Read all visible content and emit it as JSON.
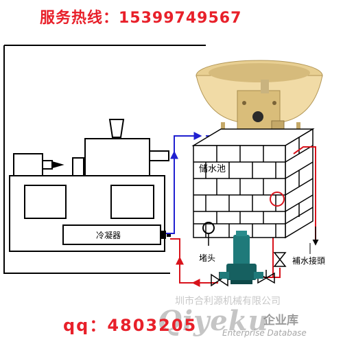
{
  "header": {
    "hotline": "服务热线：15399749567"
  },
  "footer": {
    "qq": "qq：4803205"
  },
  "labels": {
    "condenser": "冷凝器",
    "tank": "储水池",
    "filter": "堵头",
    "makeup_water": "補水接頭"
  },
  "watermark": {
    "company": "圳市合利源机械有限公司",
    "logo": "Qiyeku",
    "logo_cn": "企业库",
    "logo_en": "Enterprise Database"
  },
  "colors": {
    "headline_red": "#e8202a",
    "pipe_red": "#d8121b",
    "pipe_blue": "#1f1fd0",
    "tower_body": "#f1dba6",
    "tower_shade": "#c4a868",
    "pump": "#1f7a7a",
    "brick": "#ffffff",
    "line": "#000000"
  }
}
